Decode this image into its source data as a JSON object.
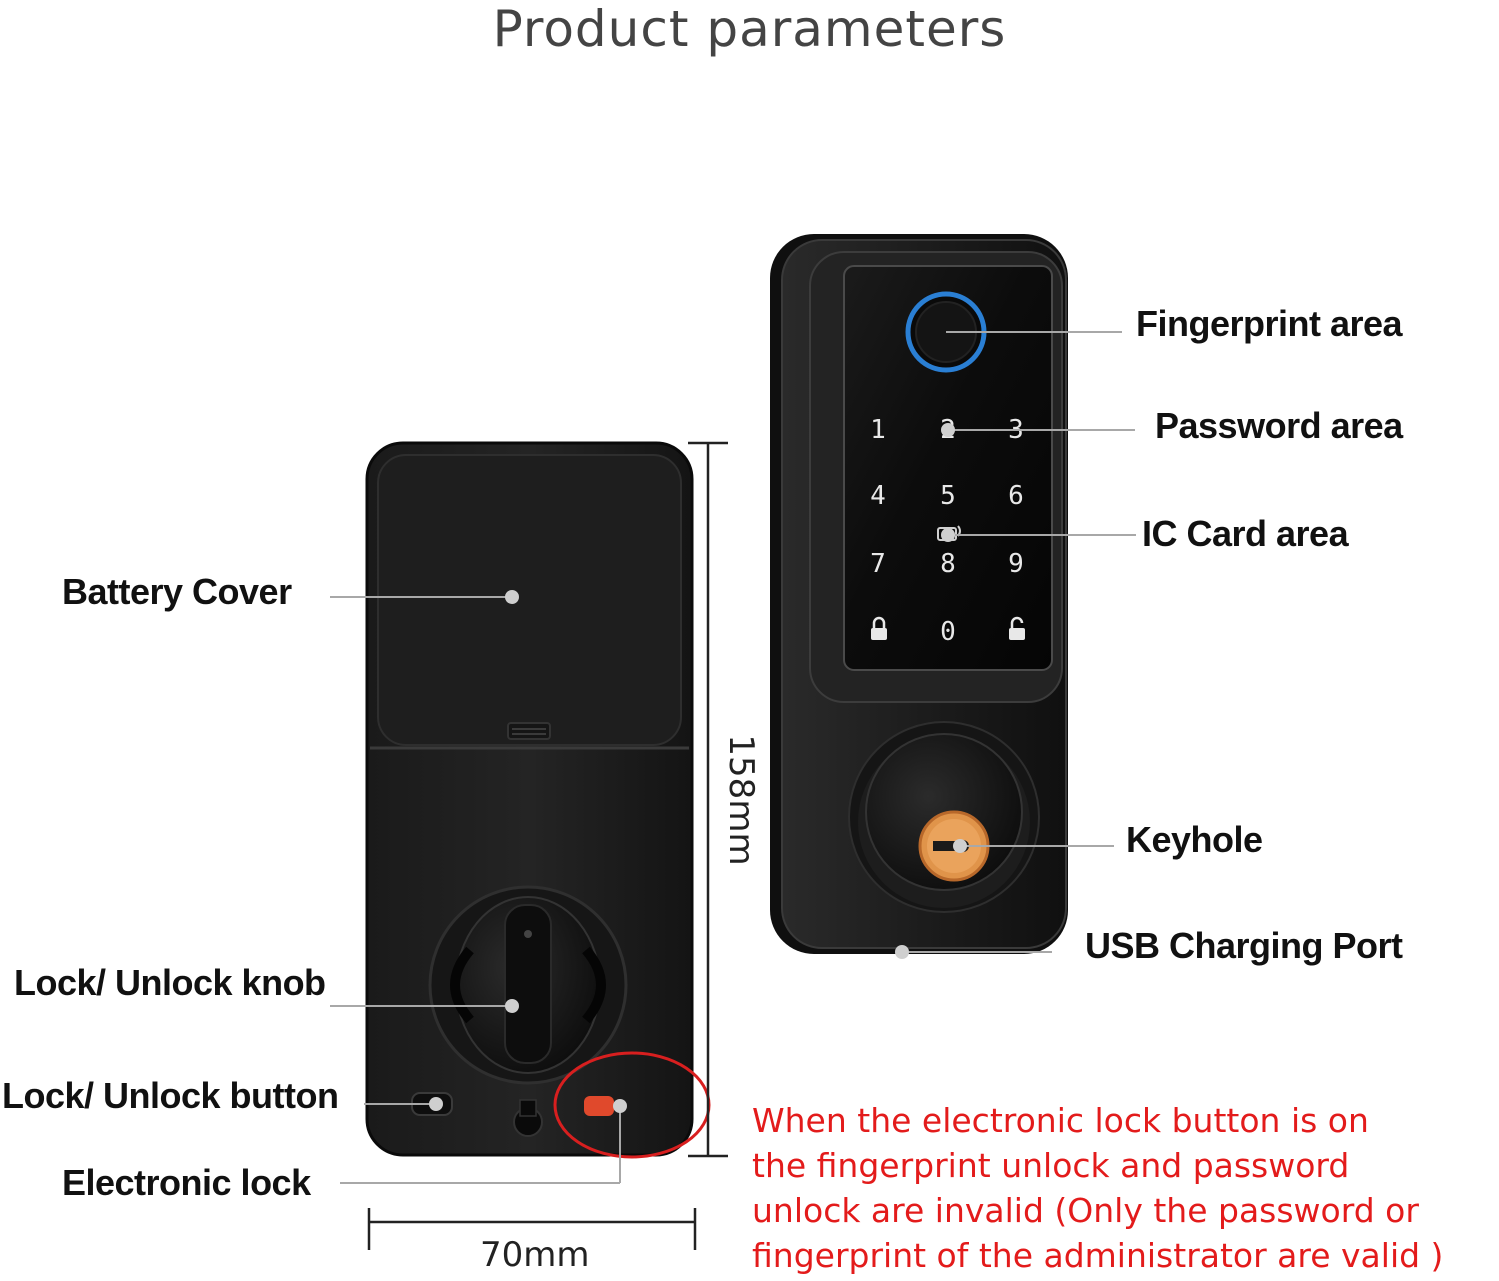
{
  "title": "Product parameters",
  "labels": {
    "battery_cover": "Battery Cover",
    "lock_unlock_knob": "Lock/ Unlock knob",
    "lock_unlock_button": "Lock/ Unlock button",
    "electronic_lock": "Electronic lock",
    "fingerprint_area": "Fingerprint area",
    "password_area": "Password area",
    "ic_card_area": "IC Card area",
    "keyhole": "Keyhole",
    "usb_charging_port": "USB Charging Port"
  },
  "dimensions": {
    "height": "158mm",
    "width": "70mm"
  },
  "keypad": [
    "1",
    "2",
    "3",
    "4",
    "5",
    "6",
    "7",
    "8",
    "9",
    "lock-icon",
    "0",
    "unlock-icon"
  ],
  "note_lines": [
    "When the electronic lock button is on",
    " the fingerprint unlock and password",
    "unlock are invalid (Only the password or",
    "fingerprint of the administrator are valid )"
  ],
  "colors": {
    "note": "#e31b1b",
    "highlight_circle": "#d81f1f",
    "fingerprint_ring": "#2a7fd4",
    "keyhole": "#e0944a"
  }
}
